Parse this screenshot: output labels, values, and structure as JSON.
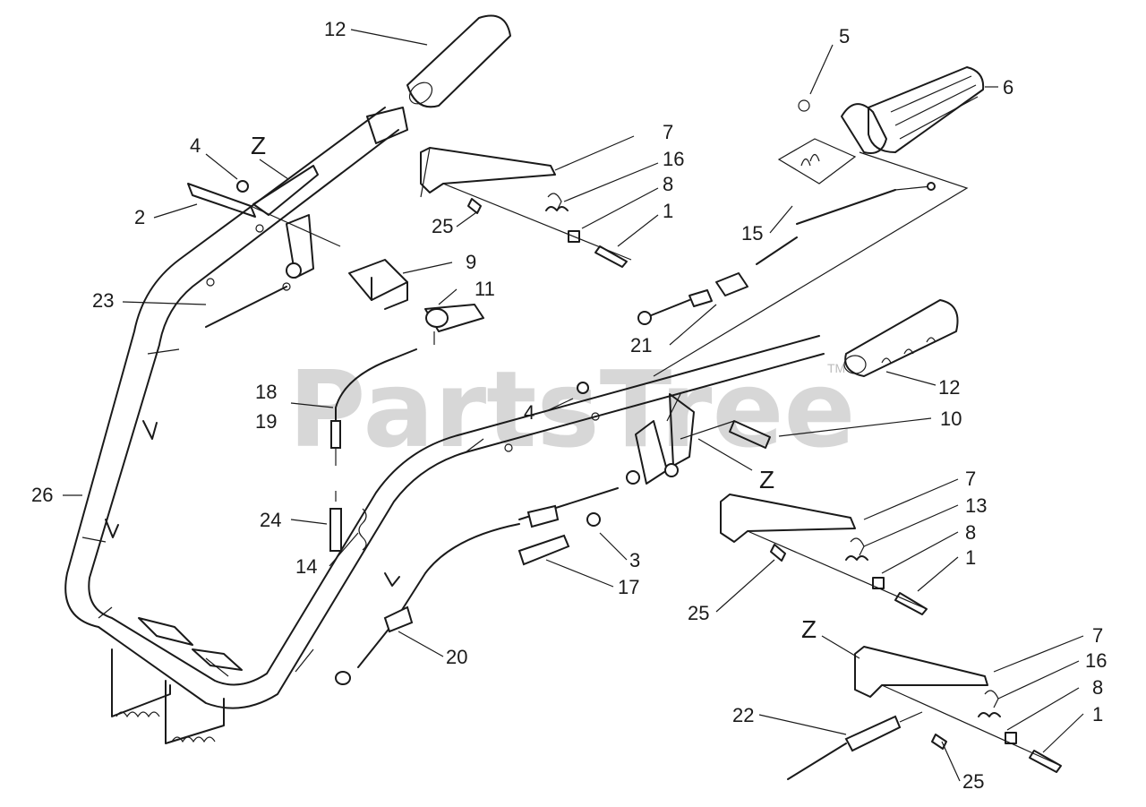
{
  "watermark": {
    "text": "PartsTree",
    "mark": "TM"
  },
  "callouts": {
    "c12a": "12",
    "c5": "5",
    "c6": "6",
    "cZa": "Z",
    "c4a": "4",
    "c7a": "7",
    "c16a": "16",
    "c8a": "8",
    "c1a": "1",
    "c2": "2",
    "c25a": "25",
    "c15": "15",
    "c9": "9",
    "c11": "11",
    "c23": "23",
    "c21": "21",
    "c12b": "12",
    "c18": "18",
    "c19": "19",
    "c4b": "4",
    "c10": "10",
    "cZb": "Z",
    "c26": "26",
    "c7b": "7",
    "c13": "13",
    "c24": "24",
    "c8b": "8",
    "c1b": "1",
    "c3": "3",
    "c14": "14",
    "c17": "17",
    "c25b": "25",
    "c20": "20",
    "cZc": "Z",
    "c7c": "7",
    "c16b": "16",
    "c8c": "8",
    "c22": "22",
    "c1c": "1",
    "c25c": "25"
  }
}
